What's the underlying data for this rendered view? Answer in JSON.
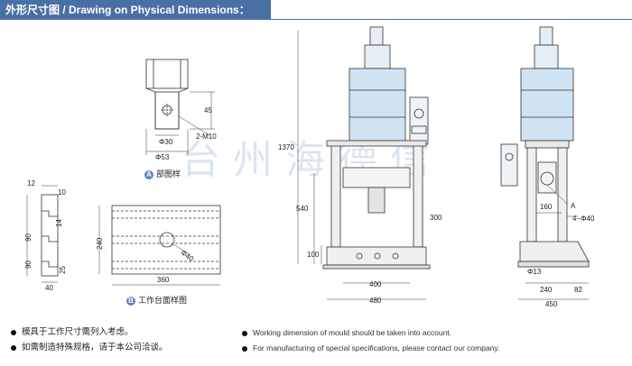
{
  "header": {
    "title_cn": "外形尺寸图",
    "title_en": " / Drawing on Physical Dimensions："
  },
  "watermark": "台州海德信",
  "detail_a": {
    "caption_letter": "A",
    "caption_text": "部图样",
    "dim_45": "45",
    "dim_m10": "2-M10",
    "dim_phi30": "Φ30",
    "dim_phi53": "Φ53"
  },
  "detail_b": {
    "caption_letter": "B",
    "caption_text": "工作台面样图",
    "dim_240": "240",
    "dim_360": "360",
    "dim_phi40": "Φ40",
    "side_dims": [
      "12",
      "10",
      "90",
      "14",
      "90",
      "25",
      "40"
    ]
  },
  "front_view": {
    "dim_1370": "1370",
    "dim_540": "540",
    "dim_300": "300",
    "dim_100": "100",
    "dim_400": "400",
    "dim_480": "480"
  },
  "side_view": {
    "label_a": "A",
    "dim_160": "160",
    "dim_4phi40": "4−Φ40",
    "dim_phi13": "Φ13",
    "dim_240": "240",
    "dim_82": "82",
    "dim_450": "450"
  },
  "notes_cn": [
    "模具于工作尺寸需列入考虑。",
    "如需制造特殊规格，请于本公司洽谈。"
  ],
  "notes_en": [
    "Working dimension of mould should be taken into account.",
    "For manufacturing of special specifications, please contact our company."
  ],
  "colors": {
    "header_bg": "#4a6fa5",
    "cylinder": "#cfe3f3",
    "badge": "#5a86c4"
  }
}
